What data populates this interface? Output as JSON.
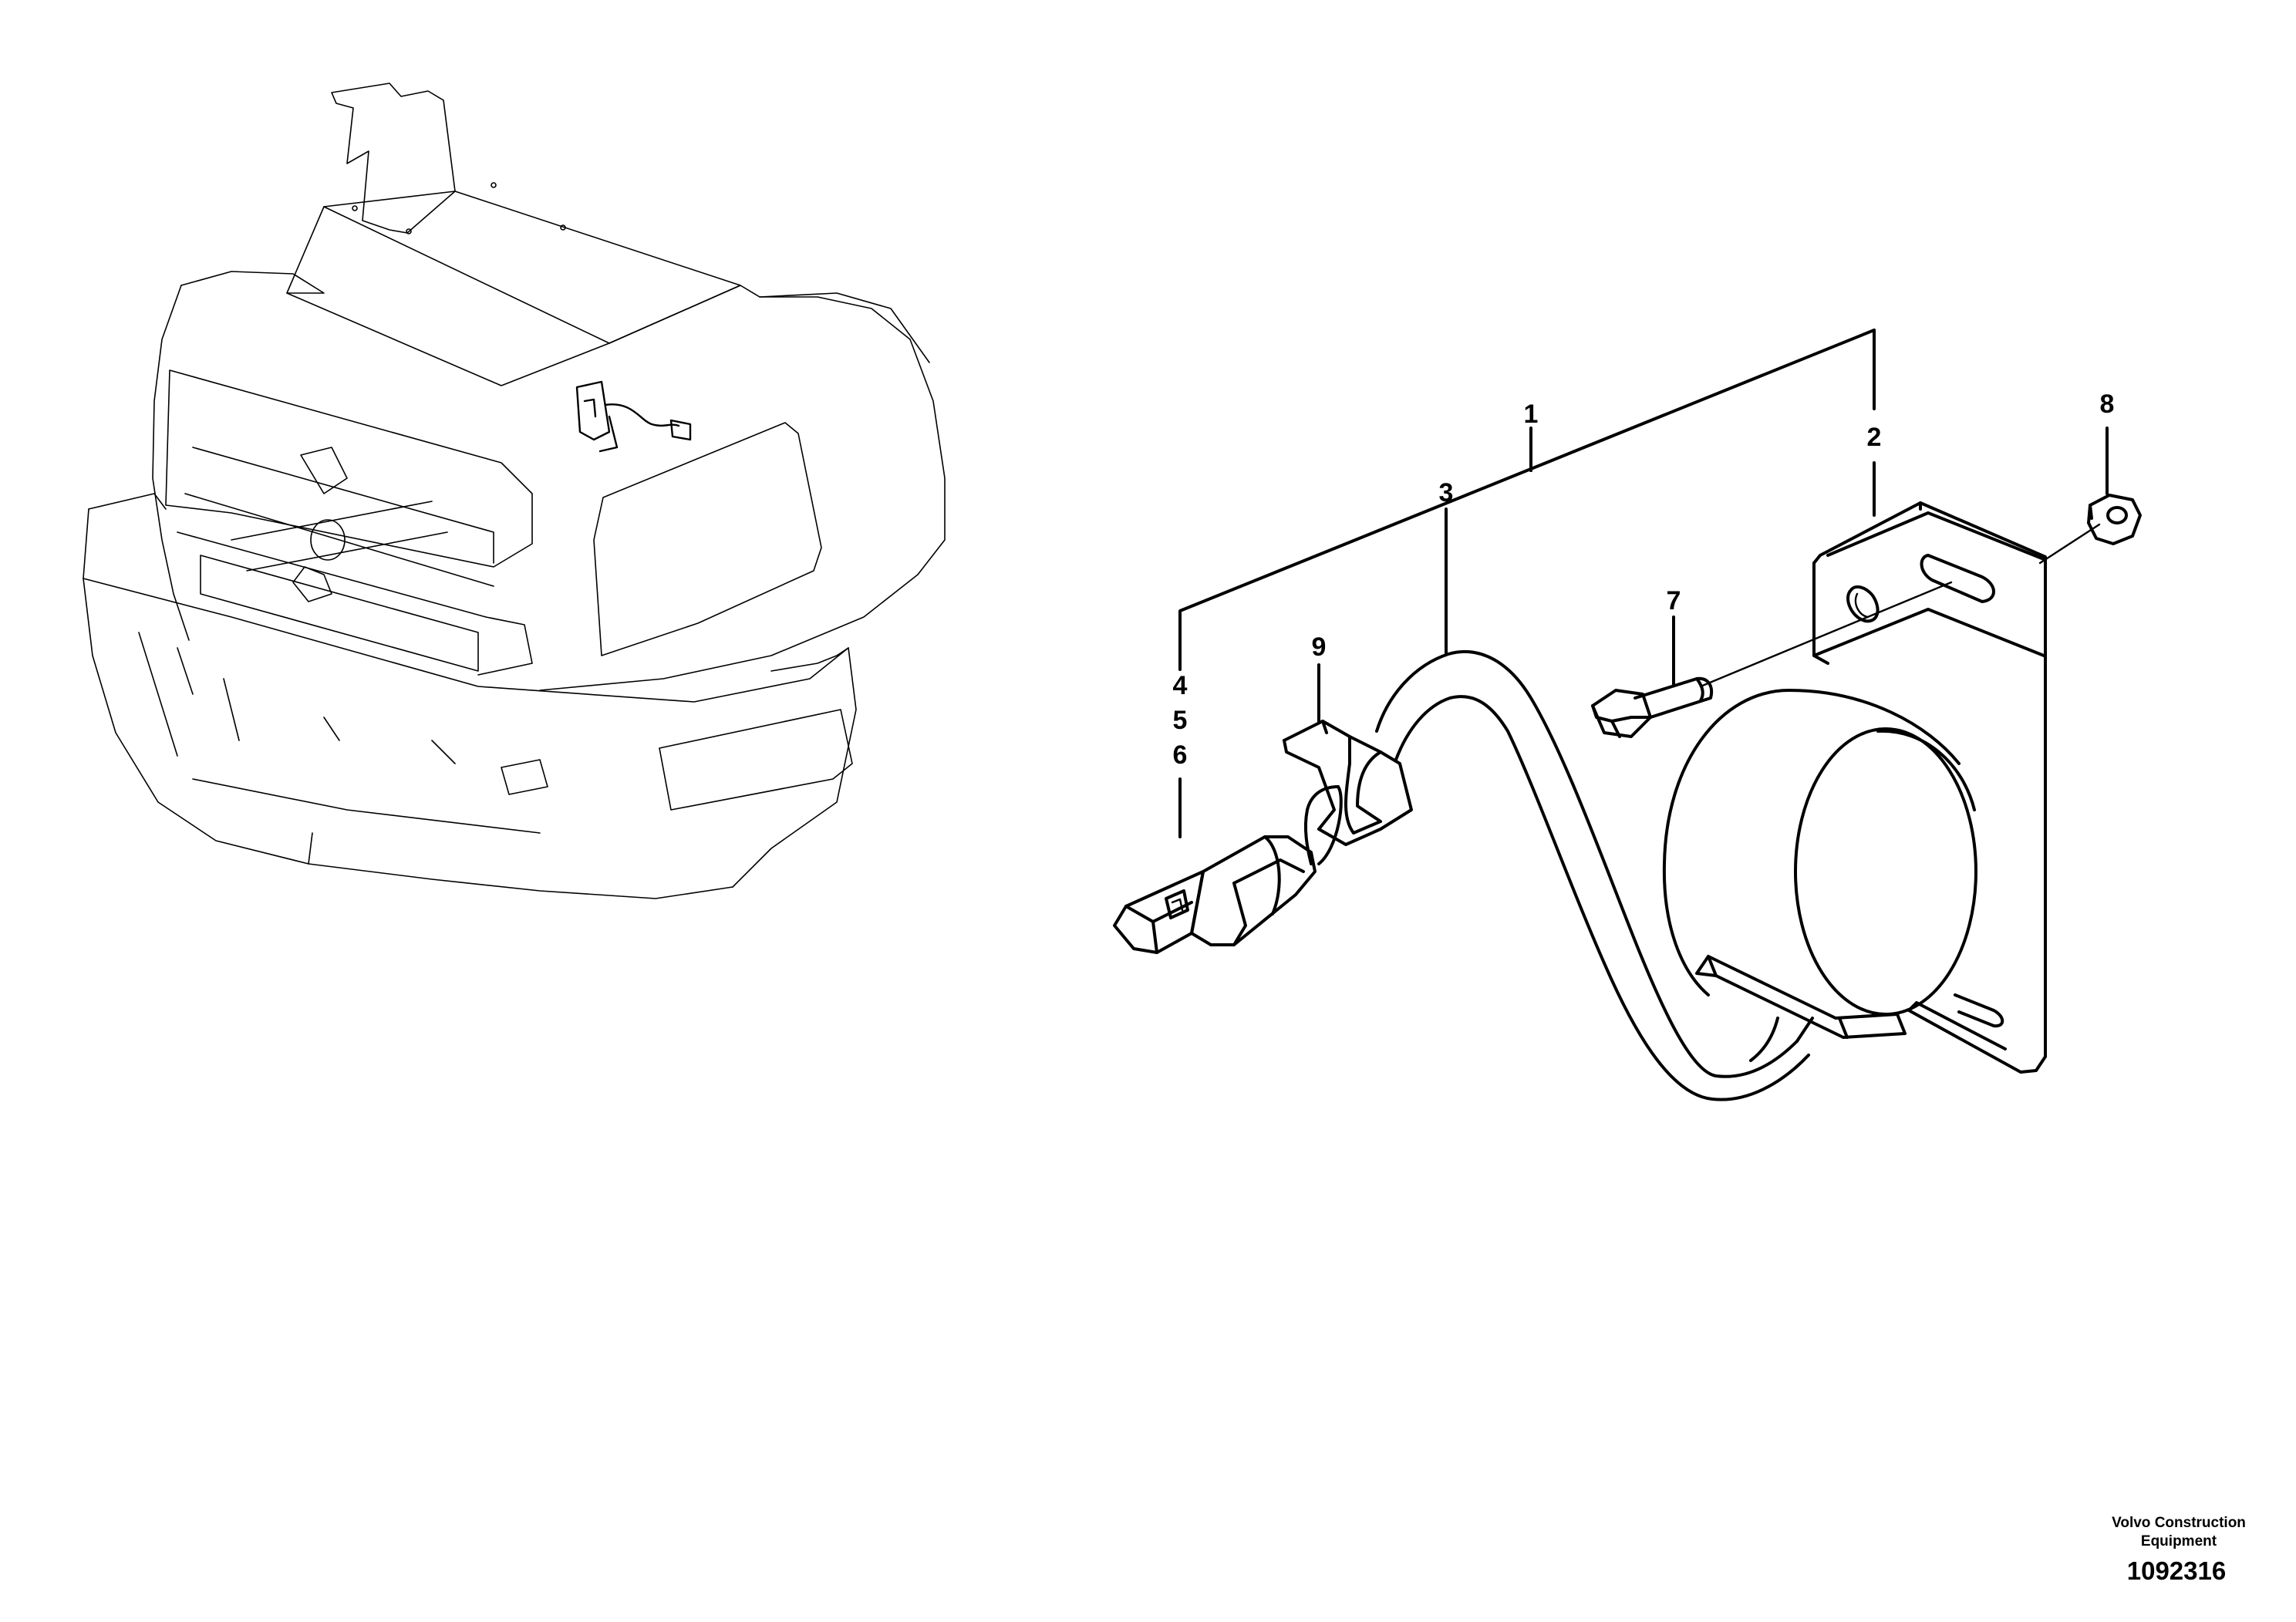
{
  "callouts": [
    {
      "id": "1",
      "label": "1"
    },
    {
      "id": "2",
      "label": "2"
    },
    {
      "id": "3",
      "label": "3"
    },
    {
      "id": "4",
      "label": "4"
    },
    {
      "id": "5",
      "label": "5"
    },
    {
      "id": "6",
      "label": "6"
    },
    {
      "id": "7",
      "label": "7"
    },
    {
      "id": "8",
      "label": "8"
    },
    {
      "id": "9",
      "label": "9"
    }
  ],
  "footer": {
    "brand_line1": "Volvo Construction",
    "brand_line2": "Equipment",
    "drawing_number": "1092316"
  }
}
